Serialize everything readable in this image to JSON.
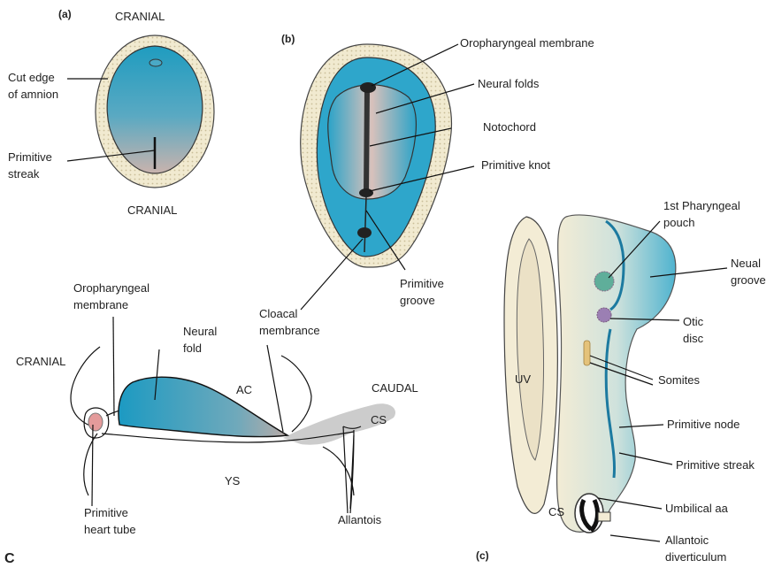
{
  "panel_a": {
    "letter": "(a)",
    "top": "CRANIAL",
    "bottom": "CRANIAL",
    "cut_edge_1": "Cut edge",
    "cut_edge_2": "of amnion",
    "streak_1": "Primitive",
    "streak_2": "streak"
  },
  "panel_b": {
    "letter": "(b)",
    "oro": "Oropharyngeal membrane",
    "neural_folds": "Neural folds",
    "notochord": "Notochord",
    "knot": "Primitive knot",
    "groove_1": "Primitive",
    "groove_2": "groove",
    "cloacal_1": "Cloacal",
    "cloacal_2": "membrance"
  },
  "panel_section": {
    "letter": "C",
    "oro_1": "Oropharyngeal",
    "oro_2": "membrane",
    "cranial": "CRANIAL",
    "neural_1": "Neural",
    "neural_2": "fold",
    "ac": "AC",
    "caudal": "CAUDAL",
    "cs": "CS",
    "ys": "YS",
    "heart_1": "Primitive",
    "heart_2": "heart tube",
    "allantois": "Allantois"
  },
  "panel_c": {
    "letter": "(c)",
    "pharyngeal_1": "1st Pharyngeal",
    "pharyngeal_2": "pouch",
    "groove_1": "Neual",
    "groove_2": "groove",
    "otic_1": "Otic",
    "otic_2": "disc",
    "somites": "Somites",
    "uv": "UV",
    "node": "Primitive node",
    "streak": "Primitive streak",
    "umbilical": "Umbilical aa",
    "cs": "CS",
    "allantoic_1": "Allantoic",
    "allantoic_2": "diverticulum"
  }
}
